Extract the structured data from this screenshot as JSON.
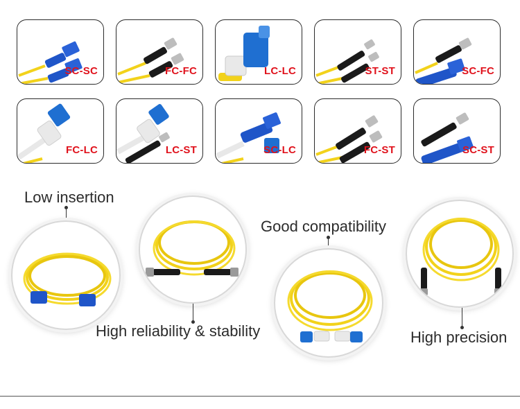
{
  "connector_cards": [
    {
      "label": "SC-SC"
    },
    {
      "label": "FC-FC"
    },
    {
      "label": "LC-LC"
    },
    {
      "label": "ST-ST"
    },
    {
      "label": "SC-FC"
    },
    {
      "label": "FC-LC"
    },
    {
      "label": "LC-ST"
    },
    {
      "label": "SC-LC"
    },
    {
      "label": "FC-ST"
    },
    {
      "label": "SC-ST"
    }
  ],
  "features": {
    "low_insertion": "Low insertion",
    "high_reliability": "High reliability & stability",
    "good_compatibility": "Good compatibility",
    "high_precision": "High precision"
  },
  "colors": {
    "label_red": "#e0121c",
    "cable_yellow": "#f2d21b",
    "connector_blue": "#1f55c8",
    "connector_black": "#1a1a1a",
    "boot_white": "#e8e8e8"
  }
}
